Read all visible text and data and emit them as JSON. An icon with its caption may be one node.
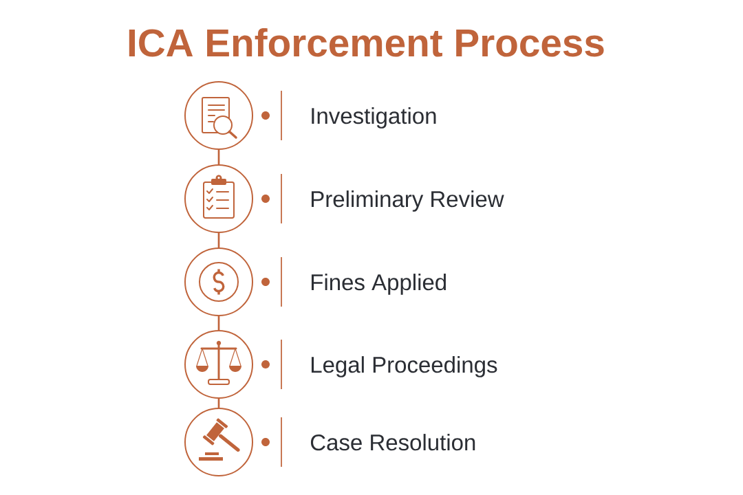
{
  "diagram": {
    "title": "ICA Enforcement Process",
    "nodes": [
      {
        "text": [],
        "shape": "circle",
        "beside": [
          "Investigation"
        ]
      },
      {
        "text": [],
        "shape": "circle",
        "beside": [
          "Preliminary Review"
        ]
      },
      {
        "text": [],
        "shape": "circle",
        "beside": [
          "Fines Applied"
        ]
      },
      {
        "text": [],
        "shape": "circle",
        "beside": [
          "Legal Proceedings"
        ]
      },
      {
        "text": [],
        "shape": "circle",
        "beside": [
          "Case Resolution"
        ]
      }
    ],
    "edges": [
      {
        "from": 0,
        "to": 1,
        "arrow": "none"
      },
      {
        "from": 1,
        "to": 2,
        "arrow": "none"
      },
      {
        "from": 2,
        "to": 3,
        "arrow": "none"
      },
      {
        "from": 3,
        "to": 4,
        "arrow": "none"
      }
    ]
  }
}
